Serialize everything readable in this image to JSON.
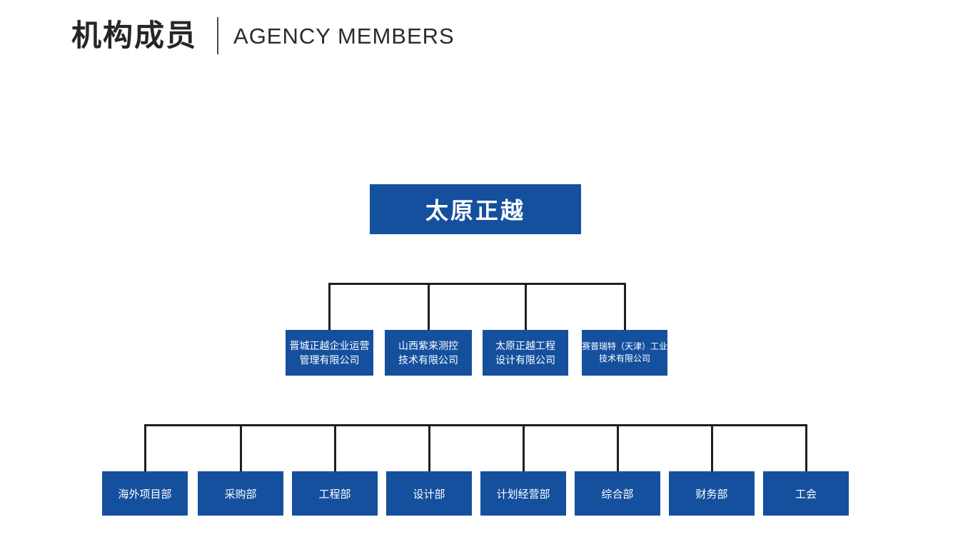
{
  "header": {
    "title_zh": "机构成员",
    "title_en": "AGENCY MEMBERS"
  },
  "org": {
    "root_label": "太原正越",
    "companies": [
      {
        "lines": [
          "晋城正越企业运营",
          "管理有限公司"
        ]
      },
      {
        "lines": [
          "山西紫来测控",
          "技术有限公司"
        ]
      },
      {
        "lines": [
          "太原正越工程",
          "设计有限公司"
        ]
      },
      {
        "lines": [
          "赛普瑞特（天津）工业",
          "技术有限公司"
        ]
      }
    ],
    "departments": [
      "海外项目部",
      "采购部",
      "工程部",
      "设计部",
      "计划经营部",
      "综合部",
      "财务部",
      "工会"
    ]
  },
  "colors": {
    "box_blue": "#15509E",
    "connector": "#1F1F1F",
    "title_text": "#262626"
  }
}
